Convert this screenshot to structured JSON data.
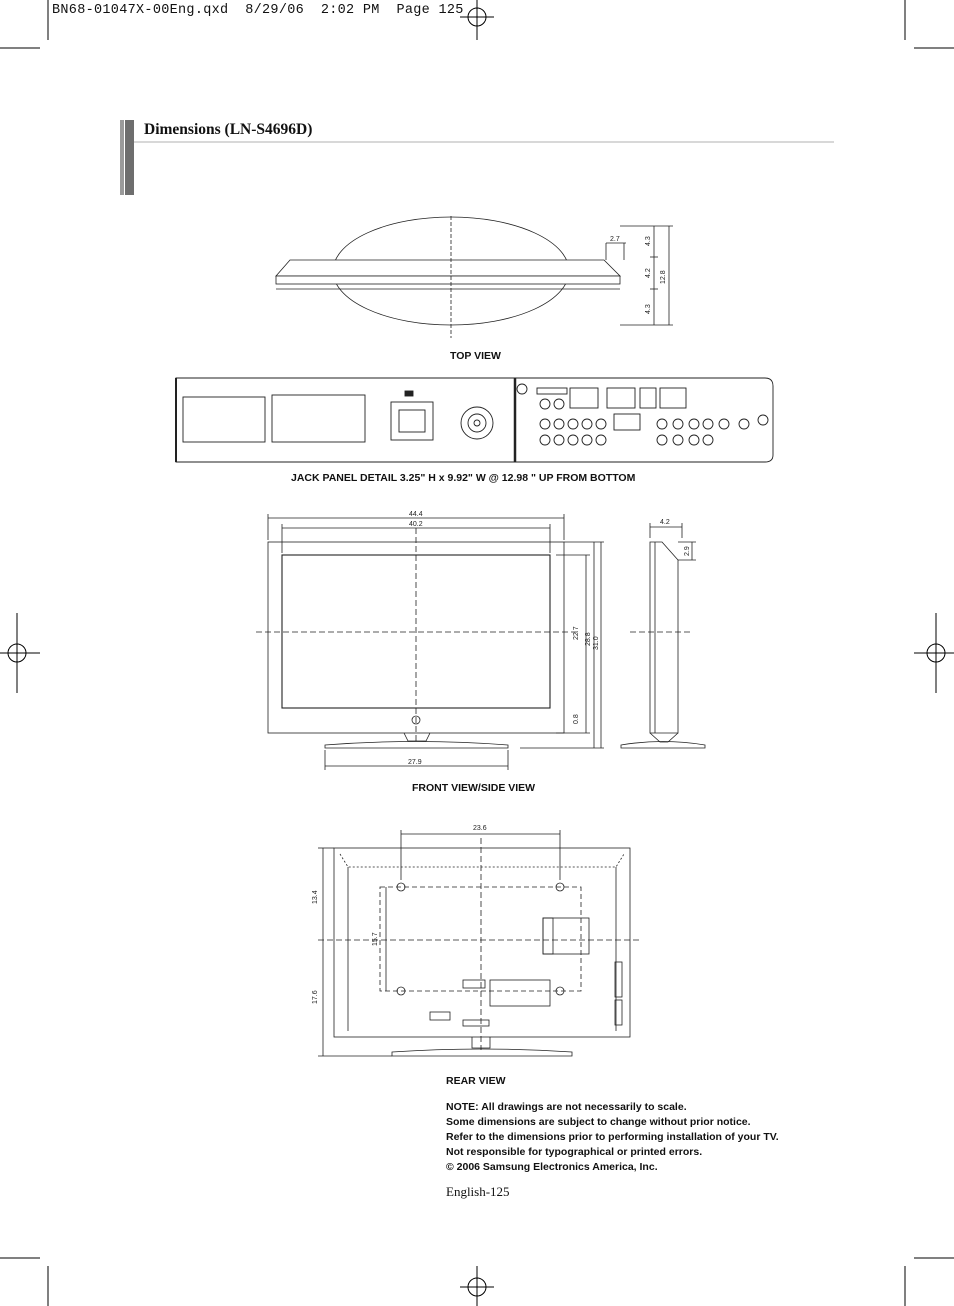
{
  "slug": "BN68-01047X-00Eng.qxd  8/29/06  2:02 PM  Page 125",
  "section_title": "Dimensions (LN-S4696D)",
  "captions": {
    "top_view": "TOP VIEW",
    "jack_panel": "JACK PANEL DETAIL 3.25\" H x 9.92\" W  @  12.98 \" UP FROM BOTTOM",
    "front_side": "FRONT VIEW/SIDE VIEW",
    "rear_view": "REAR VIEW"
  },
  "top_view_dims": {
    "offset": "2.7",
    "a": "4.3",
    "b": "4.2",
    "total": "12.8",
    "c": "4.3"
  },
  "front_view_dims": {
    "width_overall": "44.4",
    "width_screen": "40.2",
    "screen_h": "22.7",
    "body_h": "28.8",
    "total_h": "31.0",
    "bottom": "0.8",
    "stand_w": "27.9"
  },
  "side_view_dims": {
    "depth": "4.2",
    "top": "2.9"
  },
  "rear_view_dims": {
    "mount_w": "23.6",
    "upper": "13.4",
    "mount_h": "15.7",
    "lower": "17.6"
  },
  "notes": [
    "NOTE: All drawings are not necessarily to scale.",
    "Some dimensions are subject to change without prior notice.",
    "Refer to the dimensions prior to performing installation of your TV.",
    "Not responsible for typographical or printed errors.",
    "© 2006 Samsung Electronics America, Inc."
  ],
  "page_number": "English-125"
}
